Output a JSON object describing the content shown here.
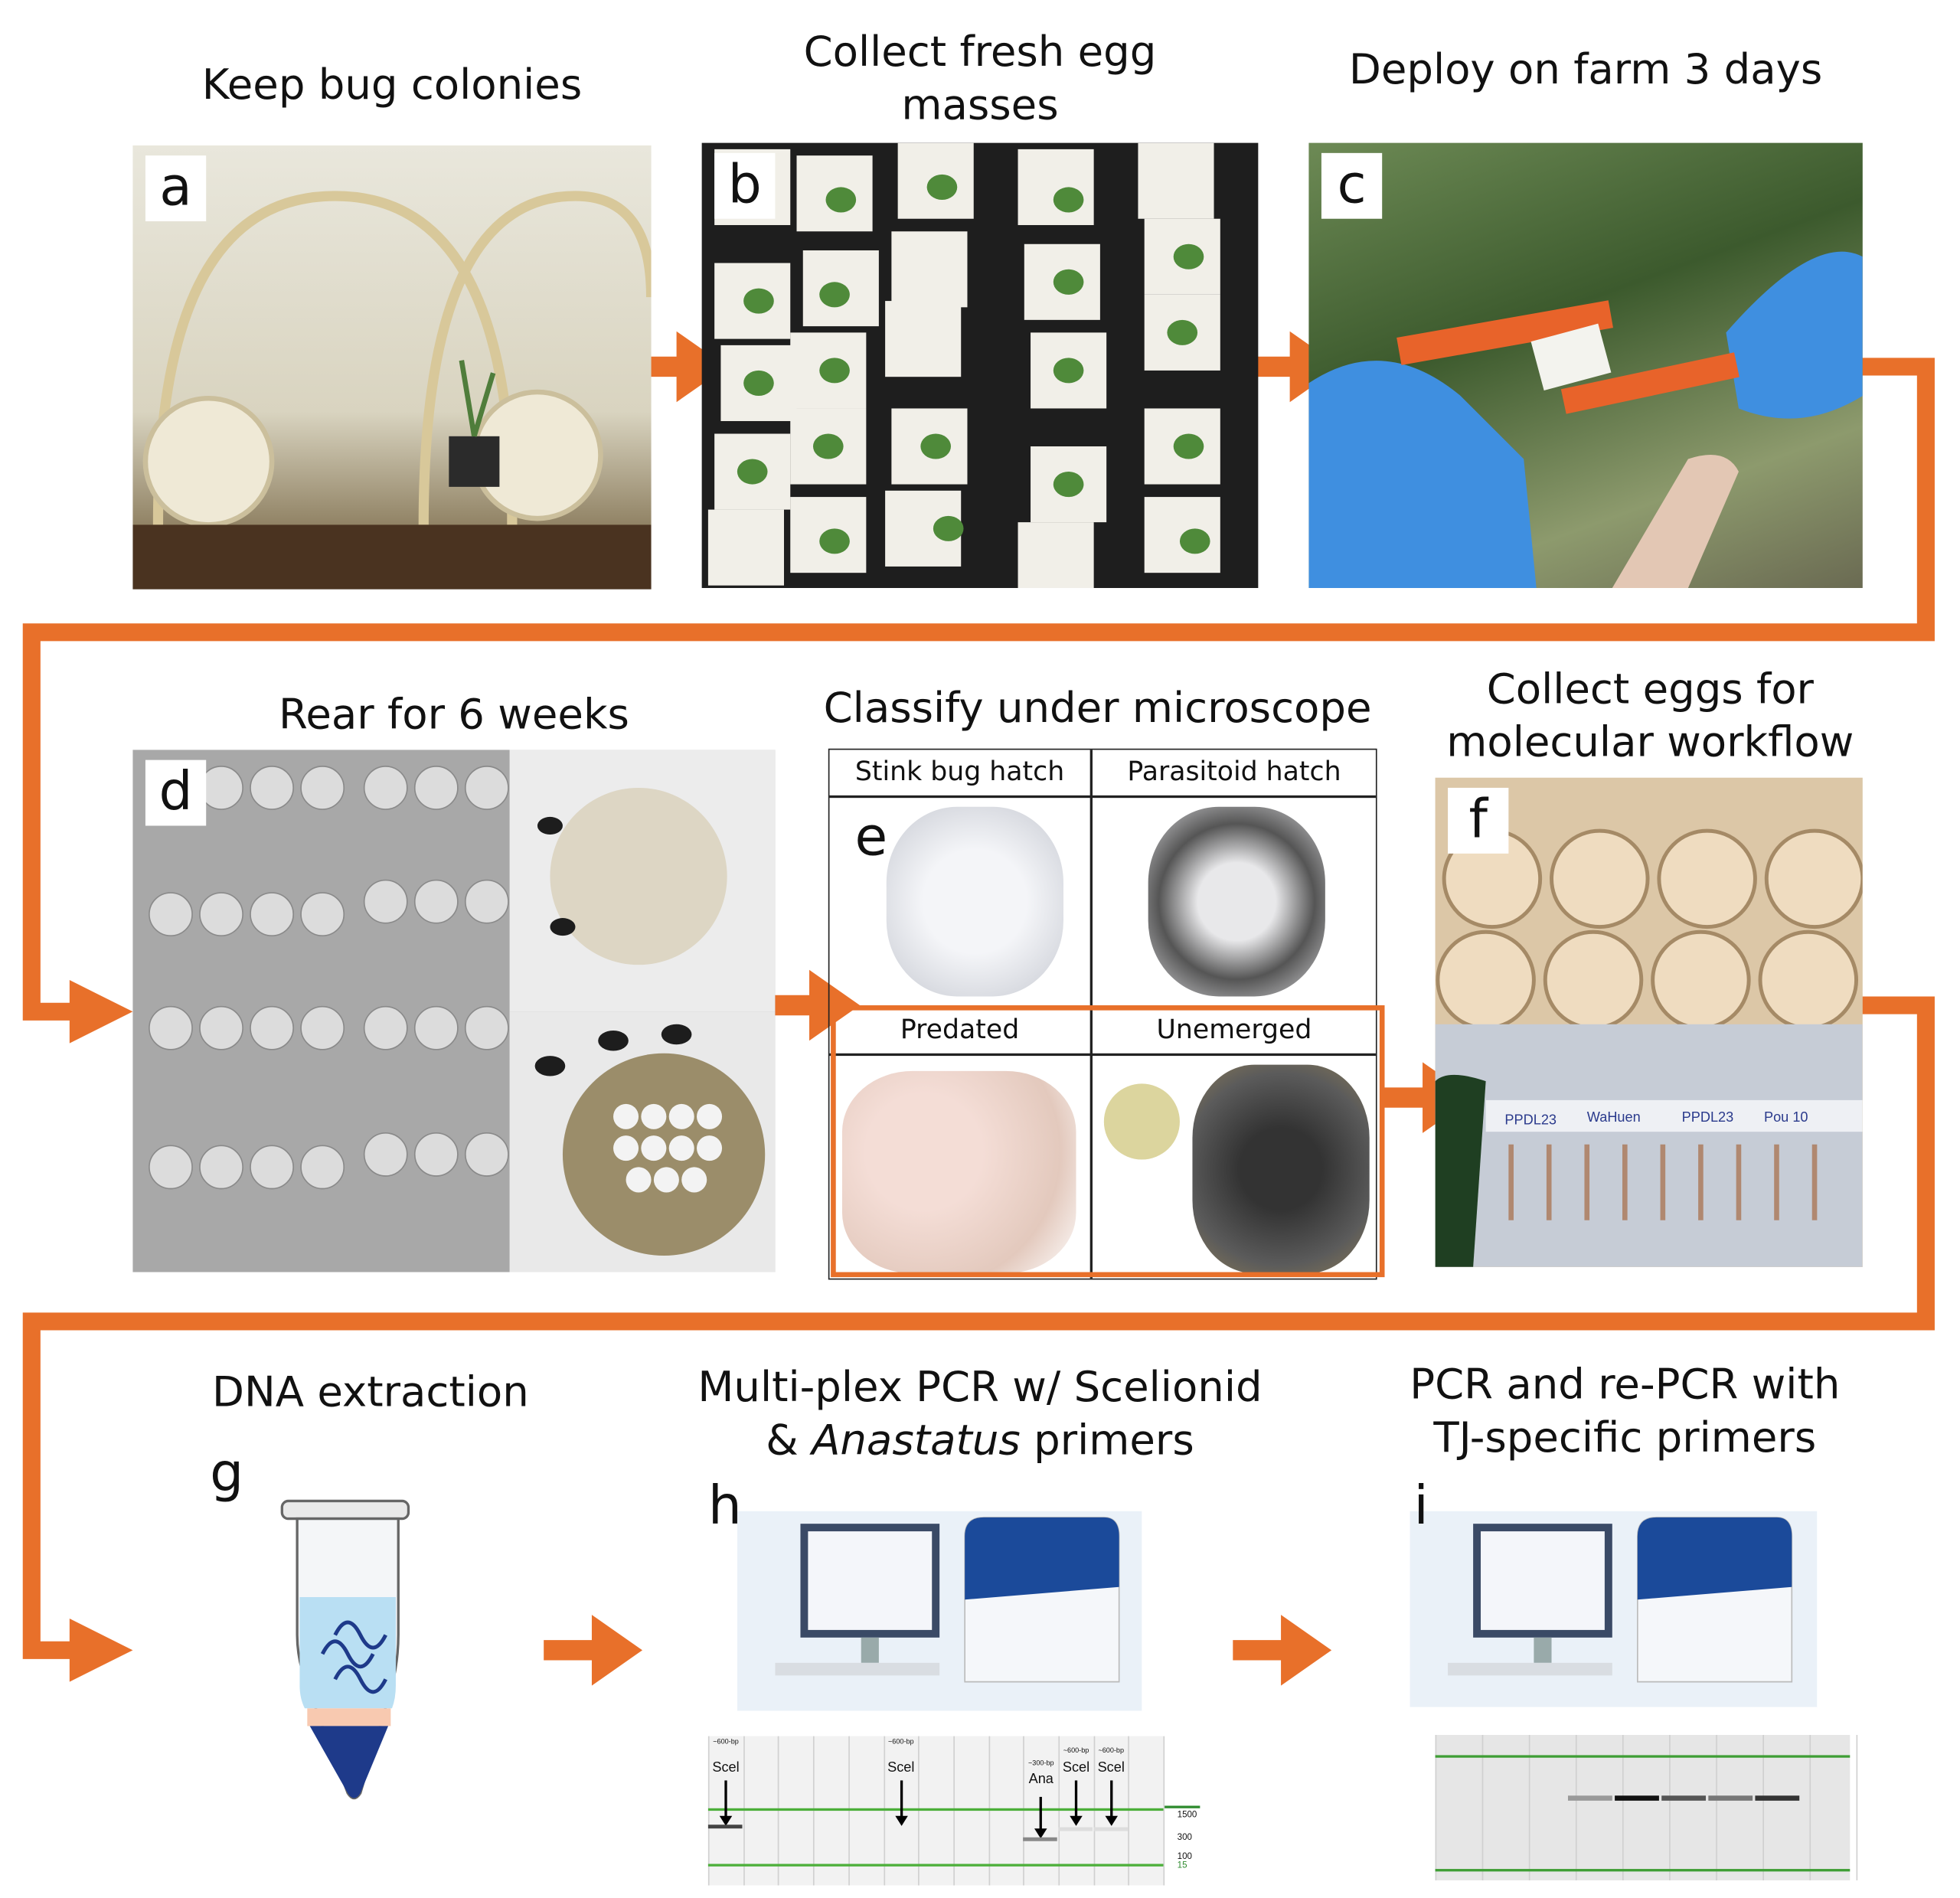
{
  "colors": {
    "accent": "#E8702A"
  },
  "row1": {
    "a": {
      "title": "Keep bug colonies",
      "label": "a"
    },
    "b": {
      "title": "Collect fresh egg masses",
      "label": "b"
    },
    "c": {
      "title": "Deploy on farm 3 days",
      "label": "c"
    }
  },
  "row2": {
    "d": {
      "title": "Rear for 6 weeks",
      "label": "d"
    },
    "e": {
      "title": "Classify under microscope",
      "label": "e",
      "cells": [
        "Stink bug hatch",
        "Parasitoid hatch",
        "Predated",
        "Unemerged"
      ]
    },
    "f": {
      "title_line1": "Collect eggs for",
      "title_line2": "molecular workflow",
      "label": "f",
      "tube_labels": [
        "PPDL23",
        "WaHuen",
        "PPDL23",
        "Pou 10"
      ]
    }
  },
  "row3": {
    "g": {
      "title": "DNA extraction",
      "label": "g"
    },
    "h": {
      "title_line1": "Multi-plex PCR w/ Scelionid",
      "title_line2_prefix": "& ",
      "title_line2_italic": "Anastatus",
      "title_line2_suffix": " primers",
      "label": "h",
      "gel_annotations": [
        {
          "size": "~600-bp",
          "name": "Scel"
        },
        {
          "size": "~600-bp",
          "name": "Scel"
        },
        {
          "size": "~300-bp",
          "name": "Ana"
        },
        {
          "size": "~600-bp",
          "name": "Scel"
        },
        {
          "size": "~600-bp",
          "name": "Scel"
        }
      ],
      "ladder": [
        "1500",
        "300",
        "100",
        "15"
      ]
    },
    "i": {
      "title_line1": "PCR and re-PCR with",
      "title_line2": "TJ-specific primers",
      "label": "i"
    }
  }
}
